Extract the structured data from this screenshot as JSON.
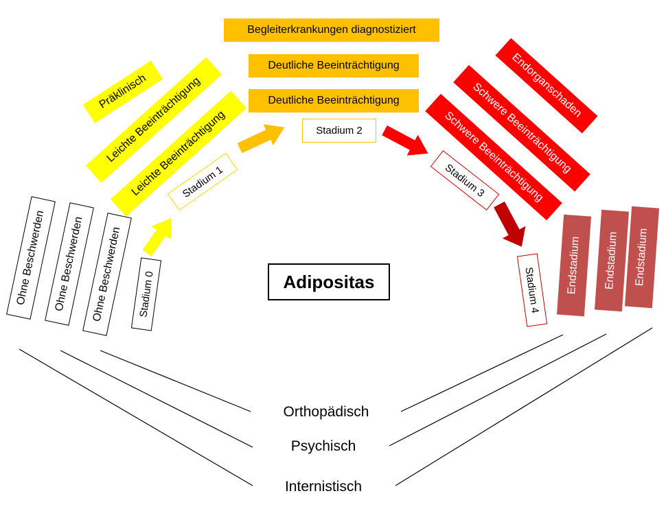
{
  "title": "Adipositas",
  "top_boxes": {
    "begleiter": "Begleiterkrankungen diagnostiziert",
    "deutlich_1": "Deutliche Beeinträchtigung",
    "deutlich_2": "Deutliche Beeinträchtigung"
  },
  "left_yellow": {
    "praeklinisch": "Präklinisch",
    "leicht_1": "Leichte Beeinträchtigung",
    "leicht_2": "Leichte Beeinträchtigung"
  },
  "red_boxes": {
    "endorgan": "Endorganschaden",
    "schwer_1": "Schwere Beeinträchtigung",
    "schwer_2": "Schwere Beeinträchtigung"
  },
  "ohne": [
    "Ohne Beschwerden",
    "Ohne Beschwerden",
    "Ohne Beschwerden"
  ],
  "endstadium": [
    "Endstadium",
    "Endstadium",
    "Endstadium"
  ],
  "stages": {
    "s0": "Stadium 0",
    "s1": "Stadium 1",
    "s2": "Stadium 2",
    "s3": "Stadium 3",
    "s4": "Stadium 4"
  },
  "categories": {
    "orthopaedisch": "Orthopädisch",
    "psychisch": "Psychisch",
    "internistisch": "Internistisch"
  },
  "colors": {
    "yellow": "#ffff00",
    "orange": "#ffc000",
    "red": "#ff0000",
    "dark_red": "#c0504d",
    "arrow_red": "#c00000"
  }
}
